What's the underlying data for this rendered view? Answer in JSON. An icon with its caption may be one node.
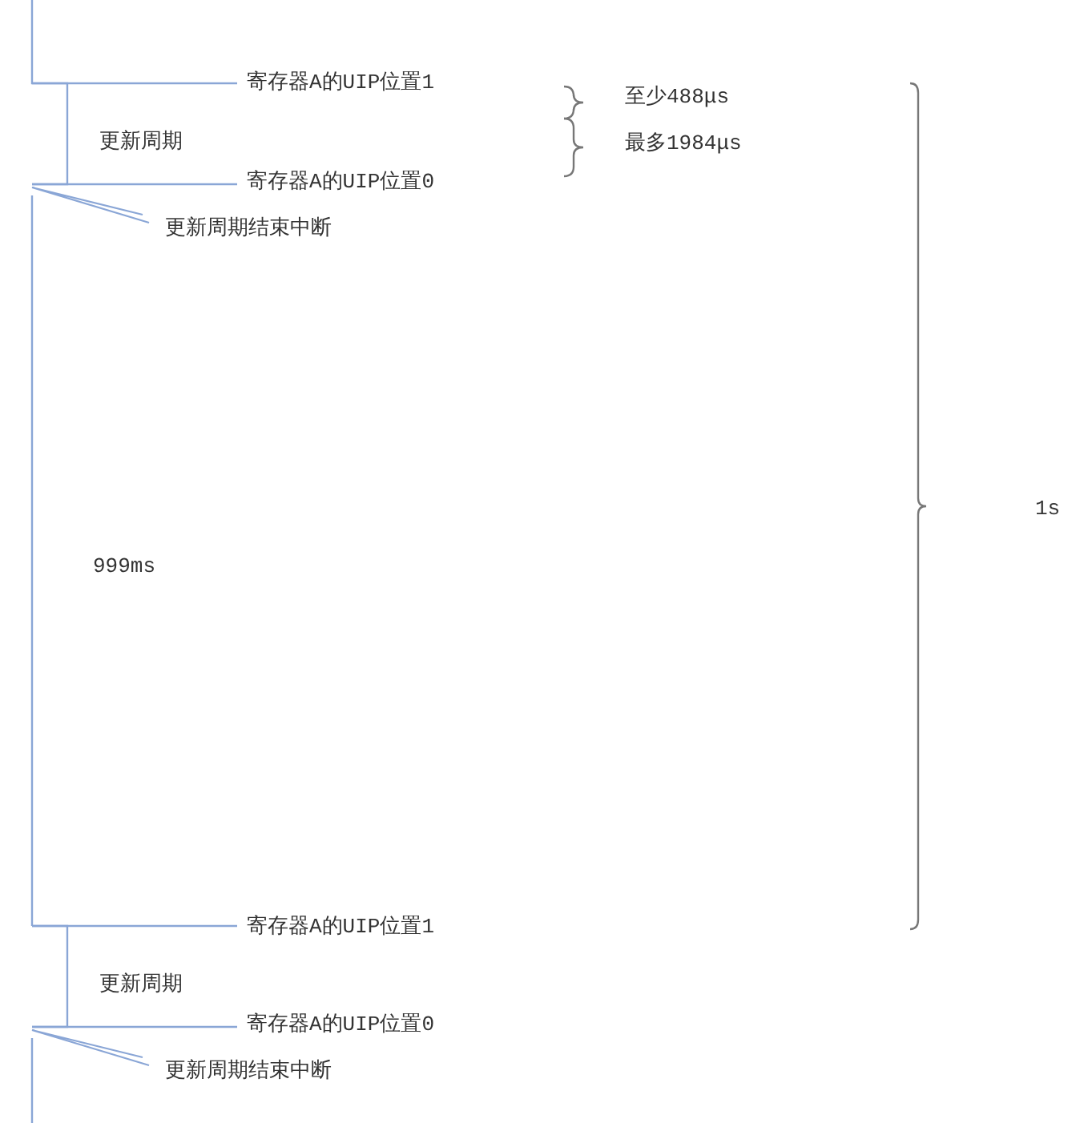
{
  "diagram": {
    "nodes": [
      {
        "text": [
          "更新周期结束中断"
        ]
      },
      {
        "text": [
          "更新周期结束中断"
        ]
      }
    ],
    "edges": [
      {
        "from": 0,
        "to": null,
        "arrow": "none"
      },
      {
        "from": 1,
        "to": null,
        "arrow": "none"
      }
    ],
    "labels": [
      "寄存器A的UIP位置1",
      "至少488μs",
      "更新周期",
      "最多1984μs",
      "寄存器A的UIP位置0",
      "1s",
      "999ms",
      "寄存器A的UIP位置1",
      "更新周期",
      "寄存器A的UIP位置0"
    ]
  }
}
